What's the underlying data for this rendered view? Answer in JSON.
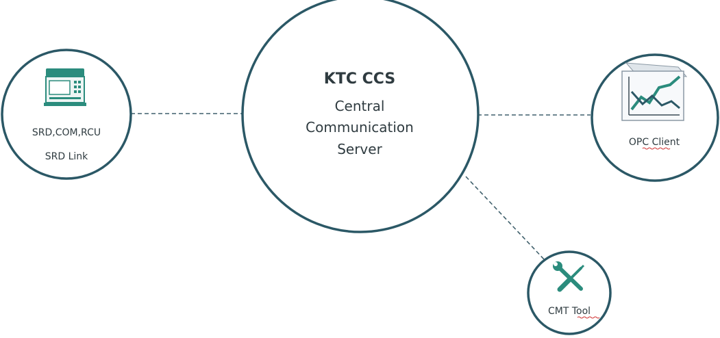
{
  "colors": {
    "circle_stroke": "#2b5866",
    "connector": "#3f5f6b",
    "text": "#2f3b40",
    "icon_teal": "#2b8c7d",
    "icon_dark": "#2b5866",
    "spell_underline": "#d03030"
  },
  "center": {
    "title": "KTC CCS",
    "line1": "Central",
    "line2": "Communication",
    "line3": "Server"
  },
  "left_node": {
    "line1": "SRD,COM,RCU",
    "line2": "SRD Link",
    "icon": "device-rack-icon"
  },
  "right_node": {
    "label_a": "OPC",
    "label_b": "Client",
    "icon": "line-chart-icon"
  },
  "bottom_node": {
    "label_a": "CMT",
    "label_b": "Tool",
    "icon": "wrench-screwdriver-icon"
  }
}
